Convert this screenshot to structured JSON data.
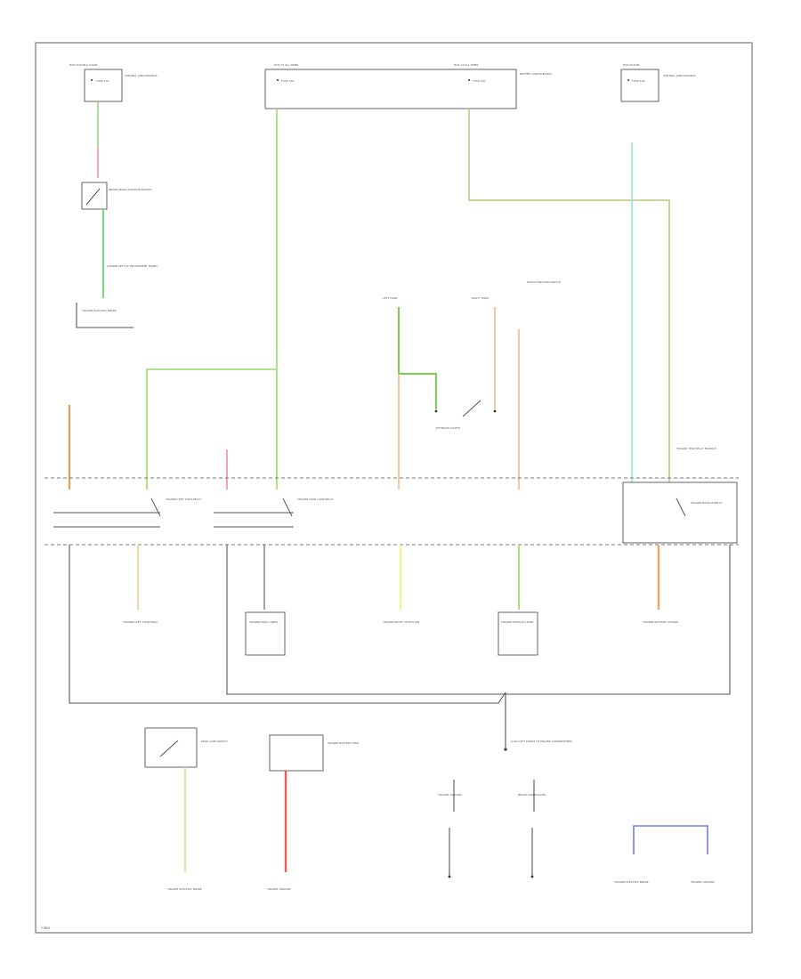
{
  "diagram": {
    "id_code": "T7804",
    "labels": {
      "hot_run_start": "HOT IN RUN & START",
      "hot_at_all_times": "HOT AT ALL TIMES",
      "hot_at_all_times_2": "HOT AT ALL TIMES",
      "hot_in_run": "HOT IN RUN",
      "fuse_ctr_left": "CENTRAL JUNCTION BOX",
      "fuse_ctr_right": "CENTRAL JUNCTION BOX",
      "fuse_batt": "BATTERY JUNCTION BOX",
      "fuse_a": "FUSE 10A",
      "fuse_b": "FUSE 30A",
      "fuse_c": "FUSE 30A",
      "fuse_d": "FUSE 10A",
      "brake_switch": "BRAKE PEDAL POSITION SWITCH",
      "brake_conn": "(LOWER LEFT OF INSTRUMENT PANEL)",
      "trailer_elec_brake": "TRAILER ELECTRIC BRAKE",
      "exterior_lights": "EXTERIOR LIGHTS",
      "left_turn": "LEFT TURN",
      "right_turn": "RIGHT TURN",
      "multifunction": "MULTI-FUNCTION SWITCH",
      "relay_left_turn": "TRAILER LEFT TURN RELAY",
      "relay_stop": "TRAILER STOP LAMP RELAY",
      "relay_backup": "TRAILER BACKUP RELAY",
      "relay_center": "TRAILER TOW RELAY MODULE",
      "trailer_left": "TRAILER LEFT STOP/TURN",
      "trailer_park": "TRAILER PARK LAMPS",
      "trailer_right": "TRAILER RIGHT STOP/TURN",
      "trailer_backup": "TRAILER BACKUP LAMPS",
      "trailer_charge": "TRAILER BATTERY CHARGE",
      "ground_note": "G100 LEFT FRONT OF ENGINE COMPARTMENT",
      "park_sw": "PARK LAMP SWITCH",
      "batt_feed": "TRAILER BATTERY FEED",
      "trailer_ground": "TRAILER GROUND",
      "cond_a": "TRAILER ELECTRIC BRAKE",
      "cond_b": "TRAILER GROUND",
      "brake_ctrl": "BRAKE CONTROLLER"
    }
  }
}
